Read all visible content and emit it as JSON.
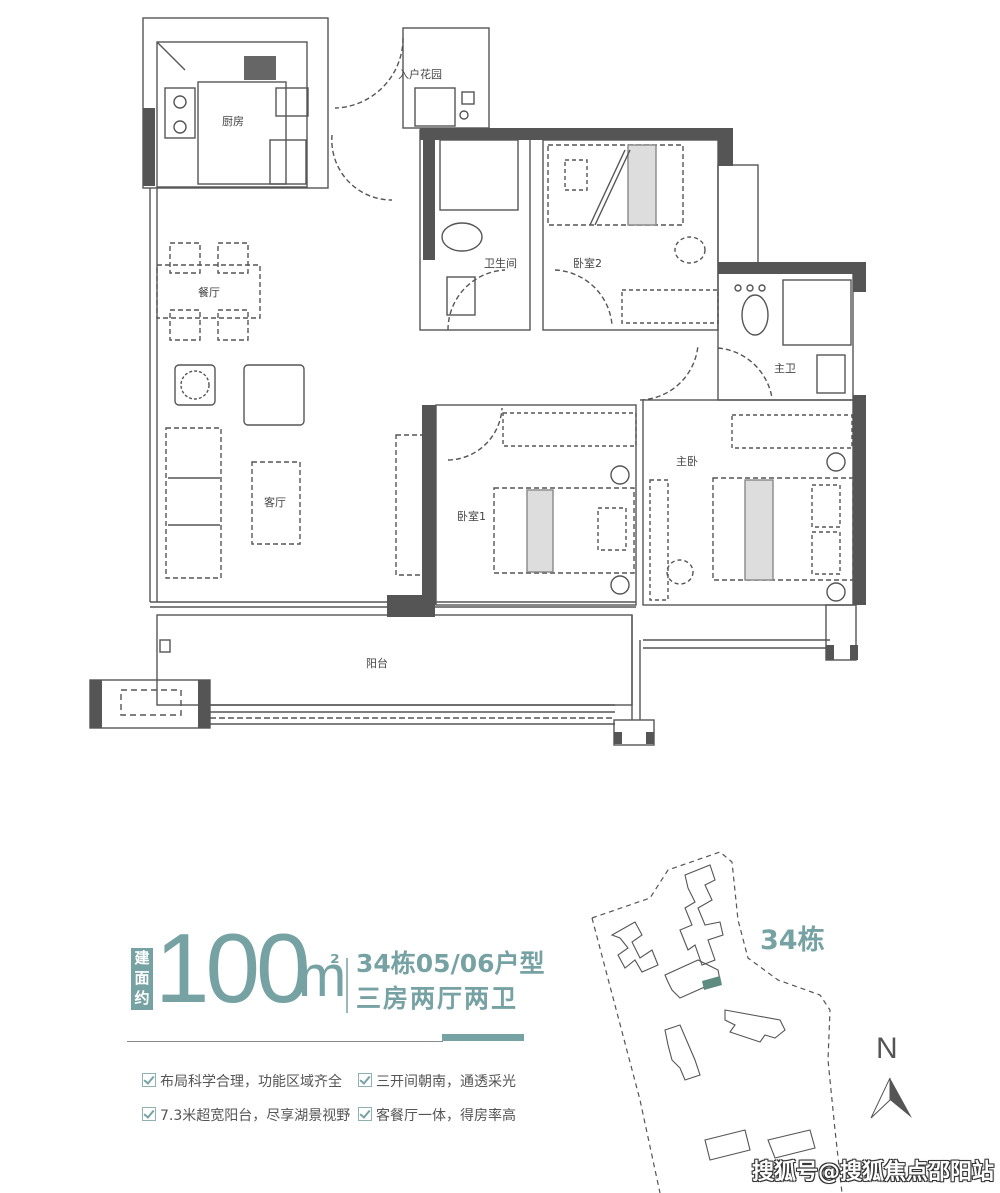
{
  "floorplan": {
    "rooms": {
      "kitchen": "厨房",
      "entry_garden": "入户花园",
      "bathroom": "卫生间",
      "bedroom2": "卧室2",
      "master_bath": "主卫",
      "dining": "餐厅",
      "living": "客厅",
      "bedroom1": "卧室1",
      "master_bedroom": "主卧",
      "balcony": "阳台"
    }
  },
  "info": {
    "area_badge": [
      "建",
      "面",
      "约"
    ],
    "area_number": "100",
    "area_unit": "m",
    "area_sup": "²",
    "unit_type": "34栋05/06户型",
    "layout": "三房两厅两卫",
    "features": [
      "布局科学合理，功能区域齐全",
      "三开间朝南，通透采光",
      "7.3米超宽阳台，尽享湖景视野",
      "客餐厅一体，得房率高"
    ]
  },
  "site_map": {
    "building_label": "34栋",
    "north_label": "N"
  },
  "watermark": "搜狐号@搜狐焦点邵阳站",
  "colors": {
    "accent_teal": "#77a2a4",
    "wall_dark": "#555555",
    "line_gray": "#666666"
  }
}
